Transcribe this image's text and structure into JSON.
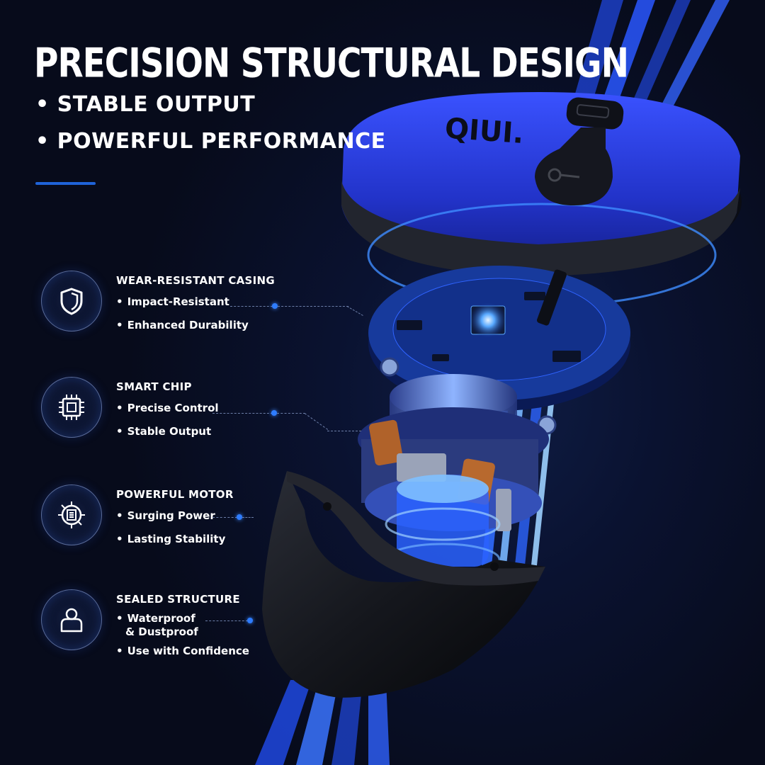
{
  "header": {
    "headline": "PRECISION STRUCTURAL DESIGN",
    "bullets": [
      "STABLE OUTPUT",
      "POWERFUL PERFORMANCE"
    ],
    "bullet_glyph": "•"
  },
  "brand": {
    "logo_text": "QIUI."
  },
  "features": [
    {
      "title": "WEAR-RESISTANT CASING",
      "icon": "shield-icon",
      "items": [
        "Impact-Resistant",
        "Enhanced Durability"
      ]
    },
    {
      "title": "SMART CHIP",
      "icon": "chip-icon",
      "items": [
        "Precise Control",
        "Stable Output"
      ]
    },
    {
      "title": "POWERFUL MOTOR",
      "icon": "motor-icon",
      "items": [
        "Surging Power",
        "Lasting Stability"
      ]
    },
    {
      "title": "SEALED STRUCTURE",
      "icon": "user-lock-icon",
      "items": [
        "Waterproof",
        "& Dustproof",
        "Use with Confidence"
      ]
    }
  ],
  "colors": {
    "background": "#070c1c",
    "accent": "#1f63d8",
    "casing_blue": "#2b3fd4",
    "glow": "#3b86ff"
  }
}
